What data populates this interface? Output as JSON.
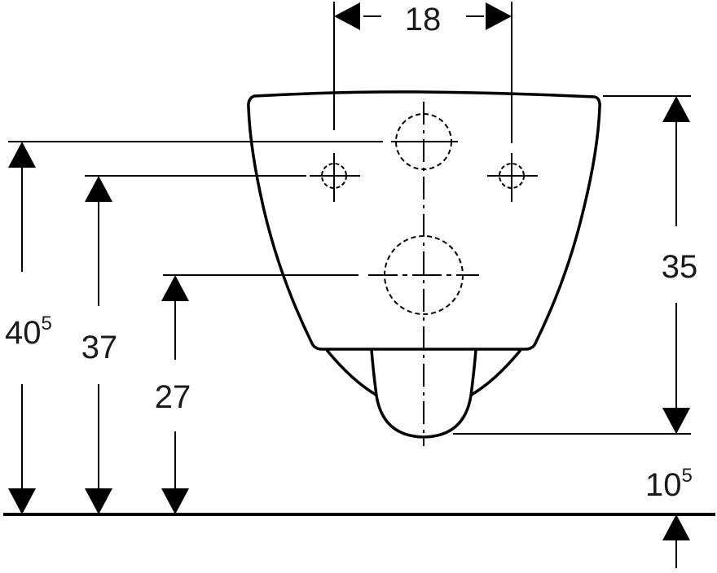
{
  "dimensions": {
    "hole_spacing": "18",
    "overall_height": "35",
    "upper_pipe_height": {
      "main": "40",
      "sup": "5"
    },
    "mount_height": "37",
    "lower_pipe_height": "27",
    "floor_clearance": {
      "main": "10",
      "sup": "5"
    }
  },
  "colors": {
    "line": "#000000",
    "background": "#ffffff"
  }
}
